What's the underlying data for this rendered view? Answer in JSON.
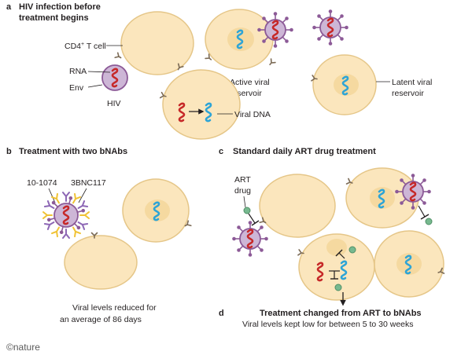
{
  "colors": {
    "cell_fill": "#fbe6bd",
    "cell_stroke": "#e5c688",
    "nucleus_fill": "#f5d9a0",
    "virus_fill": "#cdb6d6",
    "virus_stroke": "#8c5a97",
    "spike": "#8c5a97",
    "rna": "#c62828",
    "dna": "#2da4d6",
    "receptor": "#7b6a55",
    "antibody_purple": "#8d67b5",
    "antibody_yellow": "#f0c233",
    "drug_green": "#77b98f",
    "text": "#231f20"
  },
  "panels": {
    "a": {
      "letter": "a",
      "title_line1": "HIV infection before",
      "title_line2": "treatment begins",
      "labels": {
        "cd4_prefix": "CD4",
        "cd4_sup": "+",
        "cd4_suffix": " T cell",
        "rna": "RNA",
        "env": "Env",
        "hiv": "HIV",
        "active_line1": "Active viral",
        "active_line2": "reservoir",
        "latent_line1": "Latent viral",
        "latent_line2": "reservoir",
        "viral_dna": "Viral DNA"
      }
    },
    "b": {
      "letter": "b",
      "title": "Treatment with two bNAbs",
      "antibody_1": "10-1074",
      "antibody_2": "3BNC117",
      "note_line1": "Viral levels reduced for",
      "note_line2": "an average of 86 days"
    },
    "c": {
      "letter": "c",
      "title": "Standard daily ART drug treatment",
      "drug_line1": "ART",
      "drug_line2": "drug"
    },
    "d": {
      "letter": "d",
      "title": "Treatment changed from ART to bNAbs",
      "note": "Viral levels kept low for between 5 to 30 weeks"
    }
  },
  "credit": "©nature"
}
